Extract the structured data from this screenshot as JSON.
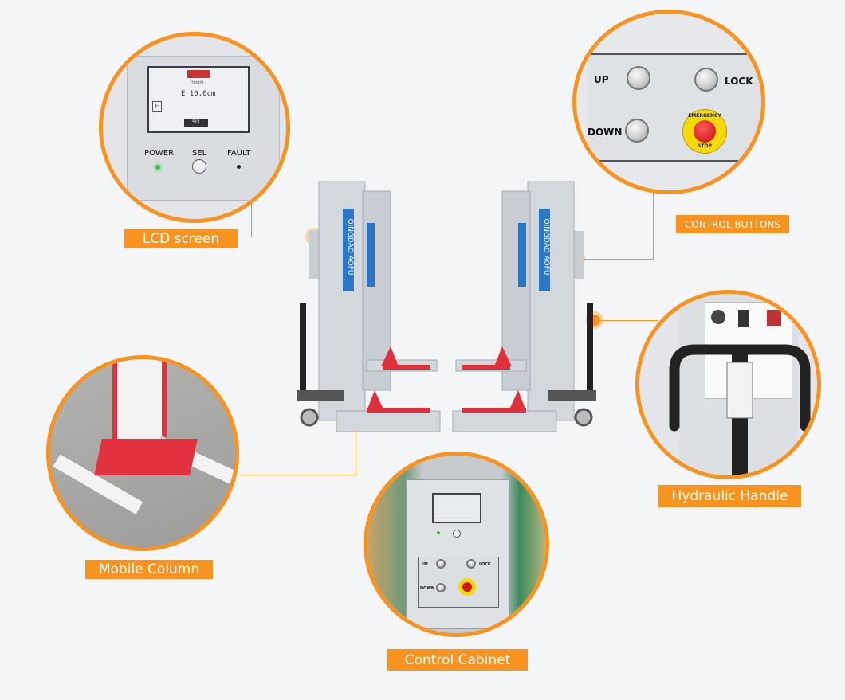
{
  "labels": {
    "lcd_screen": "LCD screen",
    "control_buttons": "CONTROL BUTTONS",
    "hydraulic_handle": "Hydraulic Handle",
    "mobile_column": "Mobile Column",
    "control_cabinet": "Control Cabinet"
  },
  "lcd_panel": {
    "power": "POWER",
    "sel": "SEL",
    "fault": "FAULT",
    "height_title": "Height",
    "height_value": "E 10.0cm",
    "mode": "SIX"
  },
  "buttons_panel": {
    "up": "UP",
    "lock": "LOCK",
    "down": "DOWN",
    "emergency_top": "EMERGENCY",
    "emergency_bottom": "STOP"
  },
  "column_branding": "QINGDAO AOFU",
  "colors": {
    "accent": "#f7931e",
    "machine_body": "#d3d8dc",
    "base_red": "#e0303c",
    "stripe_blue": "#2b78c6"
  }
}
